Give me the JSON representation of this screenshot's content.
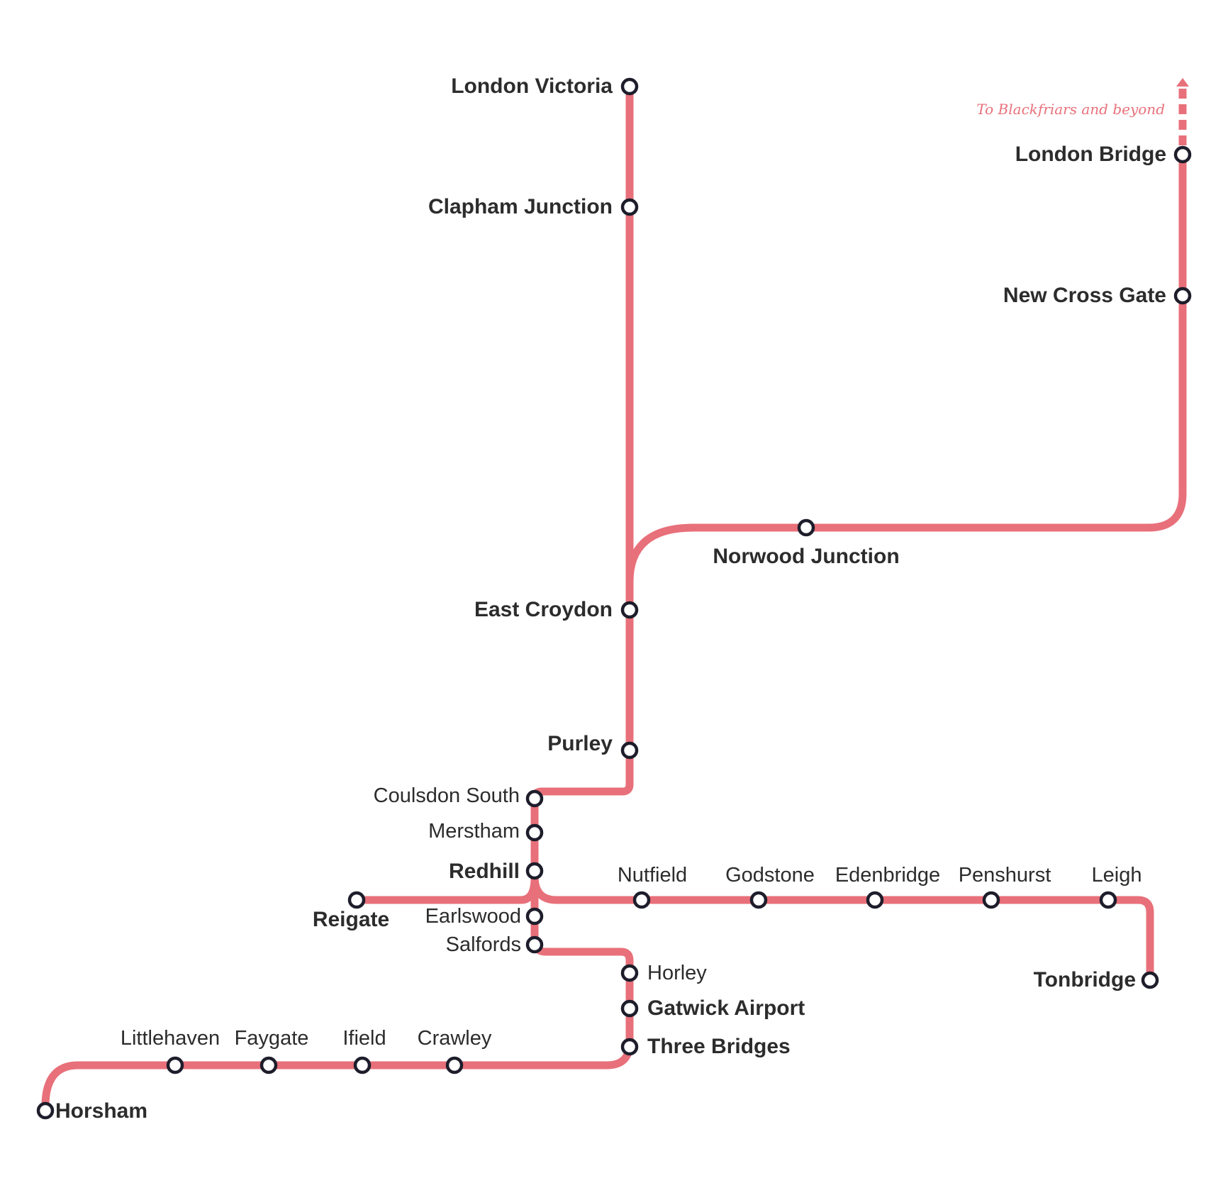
{
  "map": {
    "line_color": "#e8707a",
    "stop_stroke": "#1d1d2b",
    "text_color": "#2c2c2c",
    "continuation_note": "To Blackfriars and beyond",
    "stations": {
      "london_victoria": "London Victoria",
      "clapham_junction": "Clapham Junction",
      "east_croydon": "East Croydon",
      "purley": "Purley",
      "coulsdon_south": "Coulsdon South",
      "merstham": "Merstham",
      "redhill": "Redhill",
      "earlswood": "Earlswood",
      "salfords": "Salfords",
      "reigate": "Reigate",
      "horley": "Horley",
      "gatwick_airport": "Gatwick Airport",
      "three_bridges": "Three Bridges",
      "crawley": "Crawley",
      "ifield": "Ifield",
      "faygate": "Faygate",
      "littlehaven": "Littlehaven",
      "horsham": "Horsham",
      "london_bridge": "London Bridge",
      "new_cross_gate": "New Cross Gate",
      "norwood_junction": "Norwood Junction",
      "nutfield": "Nutfield",
      "godstone": "Godstone",
      "edenbridge": "Edenbridge",
      "penshurst": "Penshurst",
      "leigh": "Leigh",
      "tonbridge": "Tonbridge"
    }
  }
}
